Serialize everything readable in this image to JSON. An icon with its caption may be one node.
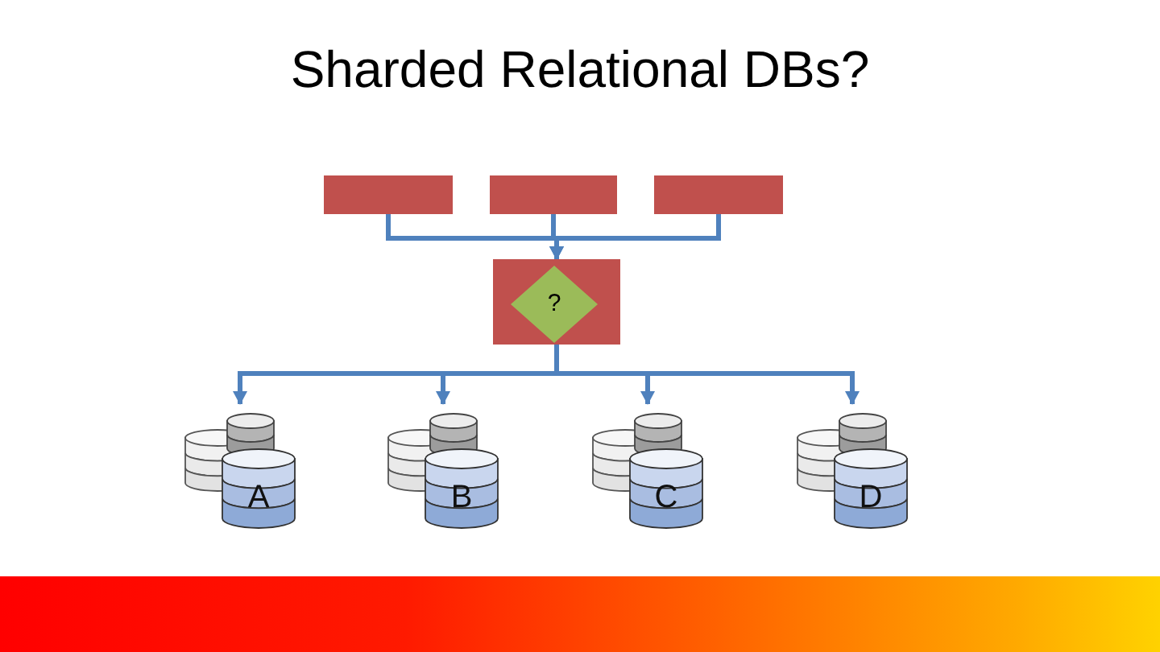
{
  "diagram": {
    "title": "Sharded Relational DBs?",
    "nodes": [
      {
        "text": [],
        "shape": "box"
      },
      {
        "text": [],
        "shape": "box"
      },
      {
        "text": [],
        "shape": "box"
      },
      {
        "text": [],
        "shape": "box"
      },
      {
        "text": [
          "?"
        ],
        "in": 3
      },
      {
        "text": [
          "A"
        ]
      },
      {
        "text": [
          "B"
        ]
      },
      {
        "text": [
          "C"
        ]
      },
      {
        "text": [
          "D"
        ]
      }
    ],
    "edges": [
      {
        "from": 0,
        "to": 3,
        "arrow": "to"
      },
      {
        "from": 1,
        "to": 3,
        "arrow": "to"
      },
      {
        "from": 2,
        "to": 3,
        "arrow": "to"
      },
      {
        "from": 3,
        "to": 5,
        "arrow": "to"
      },
      {
        "from": 3,
        "to": 6,
        "arrow": "to"
      },
      {
        "from": 3,
        "to": 7,
        "arrow": "to"
      },
      {
        "from": 3,
        "to": 8,
        "arrow": "to"
      }
    ]
  }
}
